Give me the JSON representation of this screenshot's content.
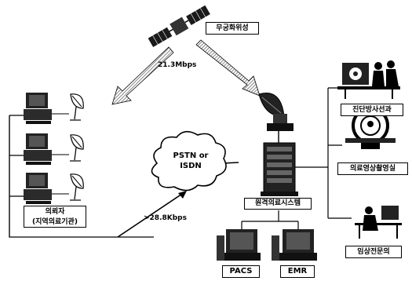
{
  "satellite_label": "무궁화위성",
  "satellite_link_speed": "21.3Mbps",
  "network_label": [
    "PSTN or",
    "ISDN"
  ],
  "network_link_speed": ">28.8Kbps",
  "client_label": [
    "의뢰자",
    "(지역의료기관)"
  ],
  "telemedicine_system_label": "원격의료시스템",
  "departments": {
    "radiology": "진단방사선과",
    "imaging_room": "의료영상촬영실",
    "clinical_consult": "임상전문의"
  },
  "subsystems": {
    "pacs": "PACS",
    "emr": "EMR"
  }
}
